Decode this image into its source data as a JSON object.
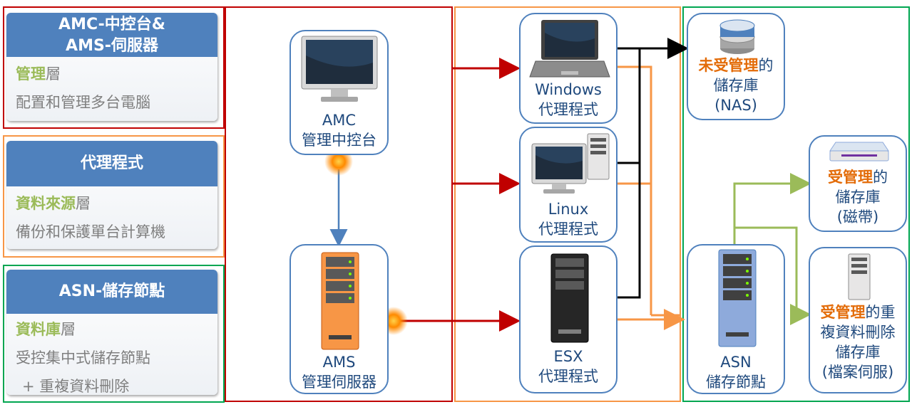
{
  "legend": {
    "management": {
      "title_line1": "AMC-中控台&",
      "title_line2": "AMS-伺服器",
      "layer_highlight": "管理",
      "layer_suffix": "層",
      "description": "配置和管理多台電腦"
    },
    "agent": {
      "title": "代理程式",
      "layer_highlight": "資料來源",
      "layer_suffix": "層",
      "description": "備份和保護單台計算機"
    },
    "storage": {
      "title": "ASN-儲存節點",
      "layer_highlight": "資料庫",
      "layer_suffix": "層",
      "description": "受控集中式儲存節點",
      "extra": "+ 重複資料刪除"
    }
  },
  "nodes": {
    "amc": {
      "line1": "AMC",
      "line2": "管理中控台",
      "icon": "monitor-icon"
    },
    "ams": {
      "line1": "AMS",
      "line2": "管理伺服器",
      "icon": "orange-server-icon"
    },
    "windows": {
      "line1": "Windows",
      "line2": "代理程式",
      "icon": "laptop-icon"
    },
    "linux": {
      "line1": "Linux",
      "line2": "代理程式",
      "icon": "desktop-pc-icon"
    },
    "esx": {
      "line1": "ESX",
      "line2": "代理程式",
      "icon": "black-server-icon"
    },
    "nas": {
      "prefix": "未受管理",
      "suffix": "的",
      "line2": "儲存庫",
      "line3": "(NAS)",
      "icon": "database-icon"
    },
    "tape": {
      "prefix": "受管理",
      "suffix": "的",
      "line2": "儲存庫",
      "line3": "(磁帶)",
      "icon": "tape-drive-icon"
    },
    "asn": {
      "line1": "ASN",
      "line2": "儲存節點",
      "icon": "blue-server-icon"
    },
    "dedup": {
      "prefix": "受管理",
      "suffix": "的重",
      "line2": "複資料刪除",
      "line3": "儲存庫",
      "line4": "(檔案伺服)",
      "icon": "tower-server-icon"
    }
  },
  "colors": {
    "management": "#c00000",
    "agent": "#f79646",
    "storage": "#00a651",
    "node_border": "#4f81bd",
    "label_text": "#1f497d",
    "legend_header": "#4f81bd",
    "green_layer": "#9bbb59",
    "orange_highlight": "#e36c09"
  }
}
